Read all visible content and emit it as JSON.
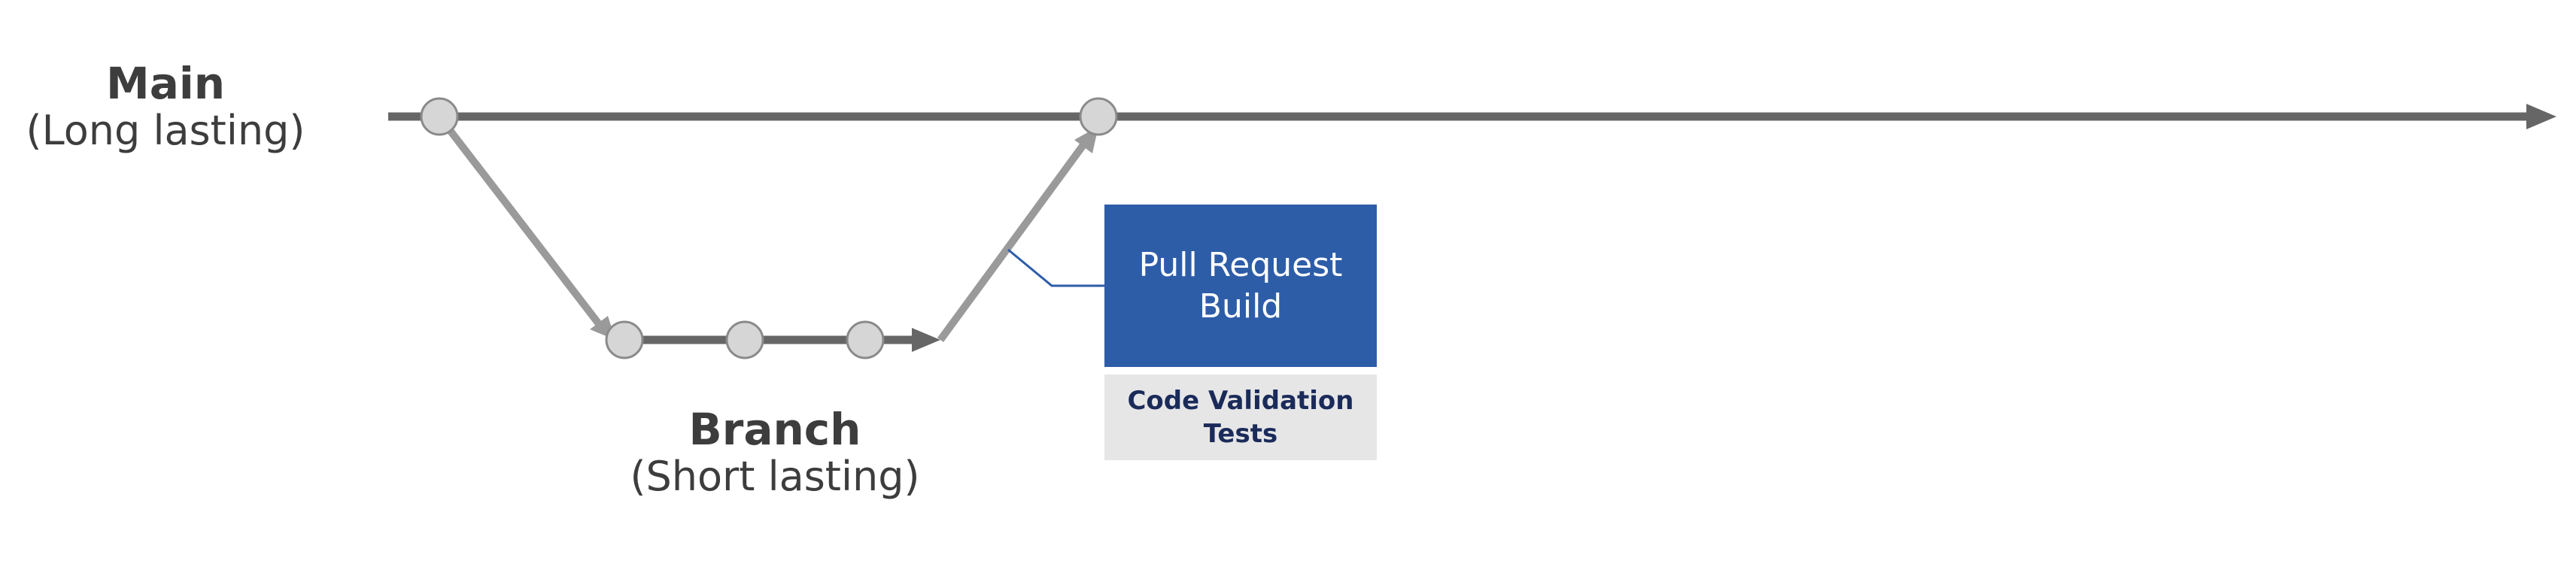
{
  "main": {
    "title": "Main",
    "subtitle": "(Long lasting)"
  },
  "branch": {
    "title": "Branch",
    "subtitle": "(Short lasting)"
  },
  "pull_request_box": {
    "text": "Pull Request\nBuild"
  },
  "code_validation_box": {
    "text": "Code Validation\nTests"
  },
  "colors": {
    "main_line": "#666666",
    "diagonal_line": "#9a9a9a",
    "commit_fill": "#d6d6d6",
    "commit_stroke": "#8a8a8a",
    "pr_box": "#2e5da8",
    "cv_box": "#e6e6e6",
    "connector": "#2e5da8"
  }
}
